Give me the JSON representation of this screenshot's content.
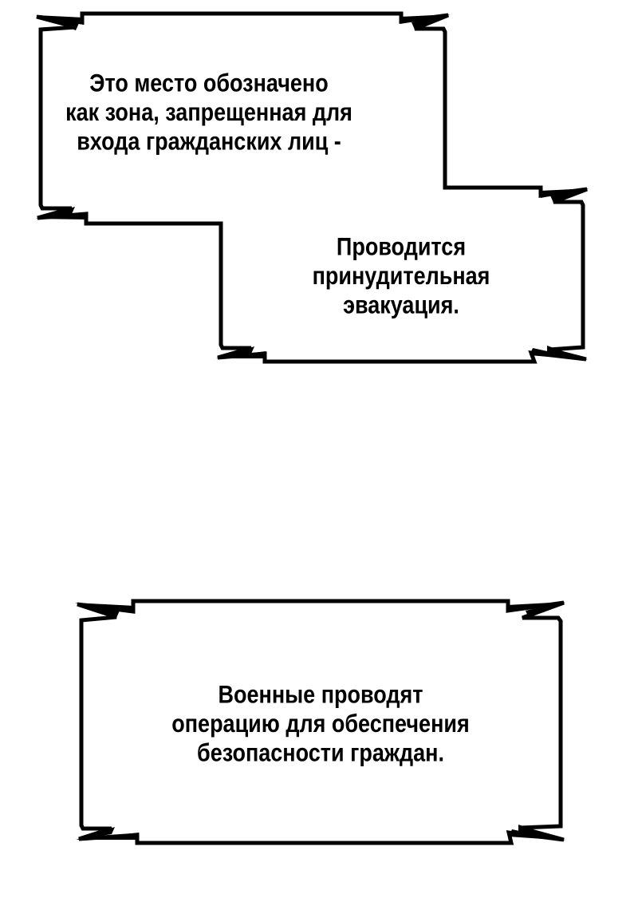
{
  "page": {
    "kind": "comic-page",
    "background_color": "#ffffff",
    "ink_color": "#000000",
    "bubble_style": "jagged-broadcast-box"
  },
  "bubbles": [
    {
      "id": "bubble-announcement-1",
      "lines": [
        "Это место обозначено",
        "как зона, запрещенная для",
        "входа гражданских лиц -"
      ],
      "text": "Это место обозначено как зона, запрещенная для входа гражданских лиц -"
    },
    {
      "id": "bubble-announcement-2",
      "lines": [
        "Проводится",
        "принудительная",
        "эвакуация."
      ],
      "text": "Проводится принудительная эвакуация."
    },
    {
      "id": "bubble-announcement-3",
      "lines": [
        "Военные проводят",
        "операцию для обеспечения",
        "безопасности граждан."
      ],
      "text": "Военные проводят операцию для обеспечения безопасности граждан."
    }
  ]
}
